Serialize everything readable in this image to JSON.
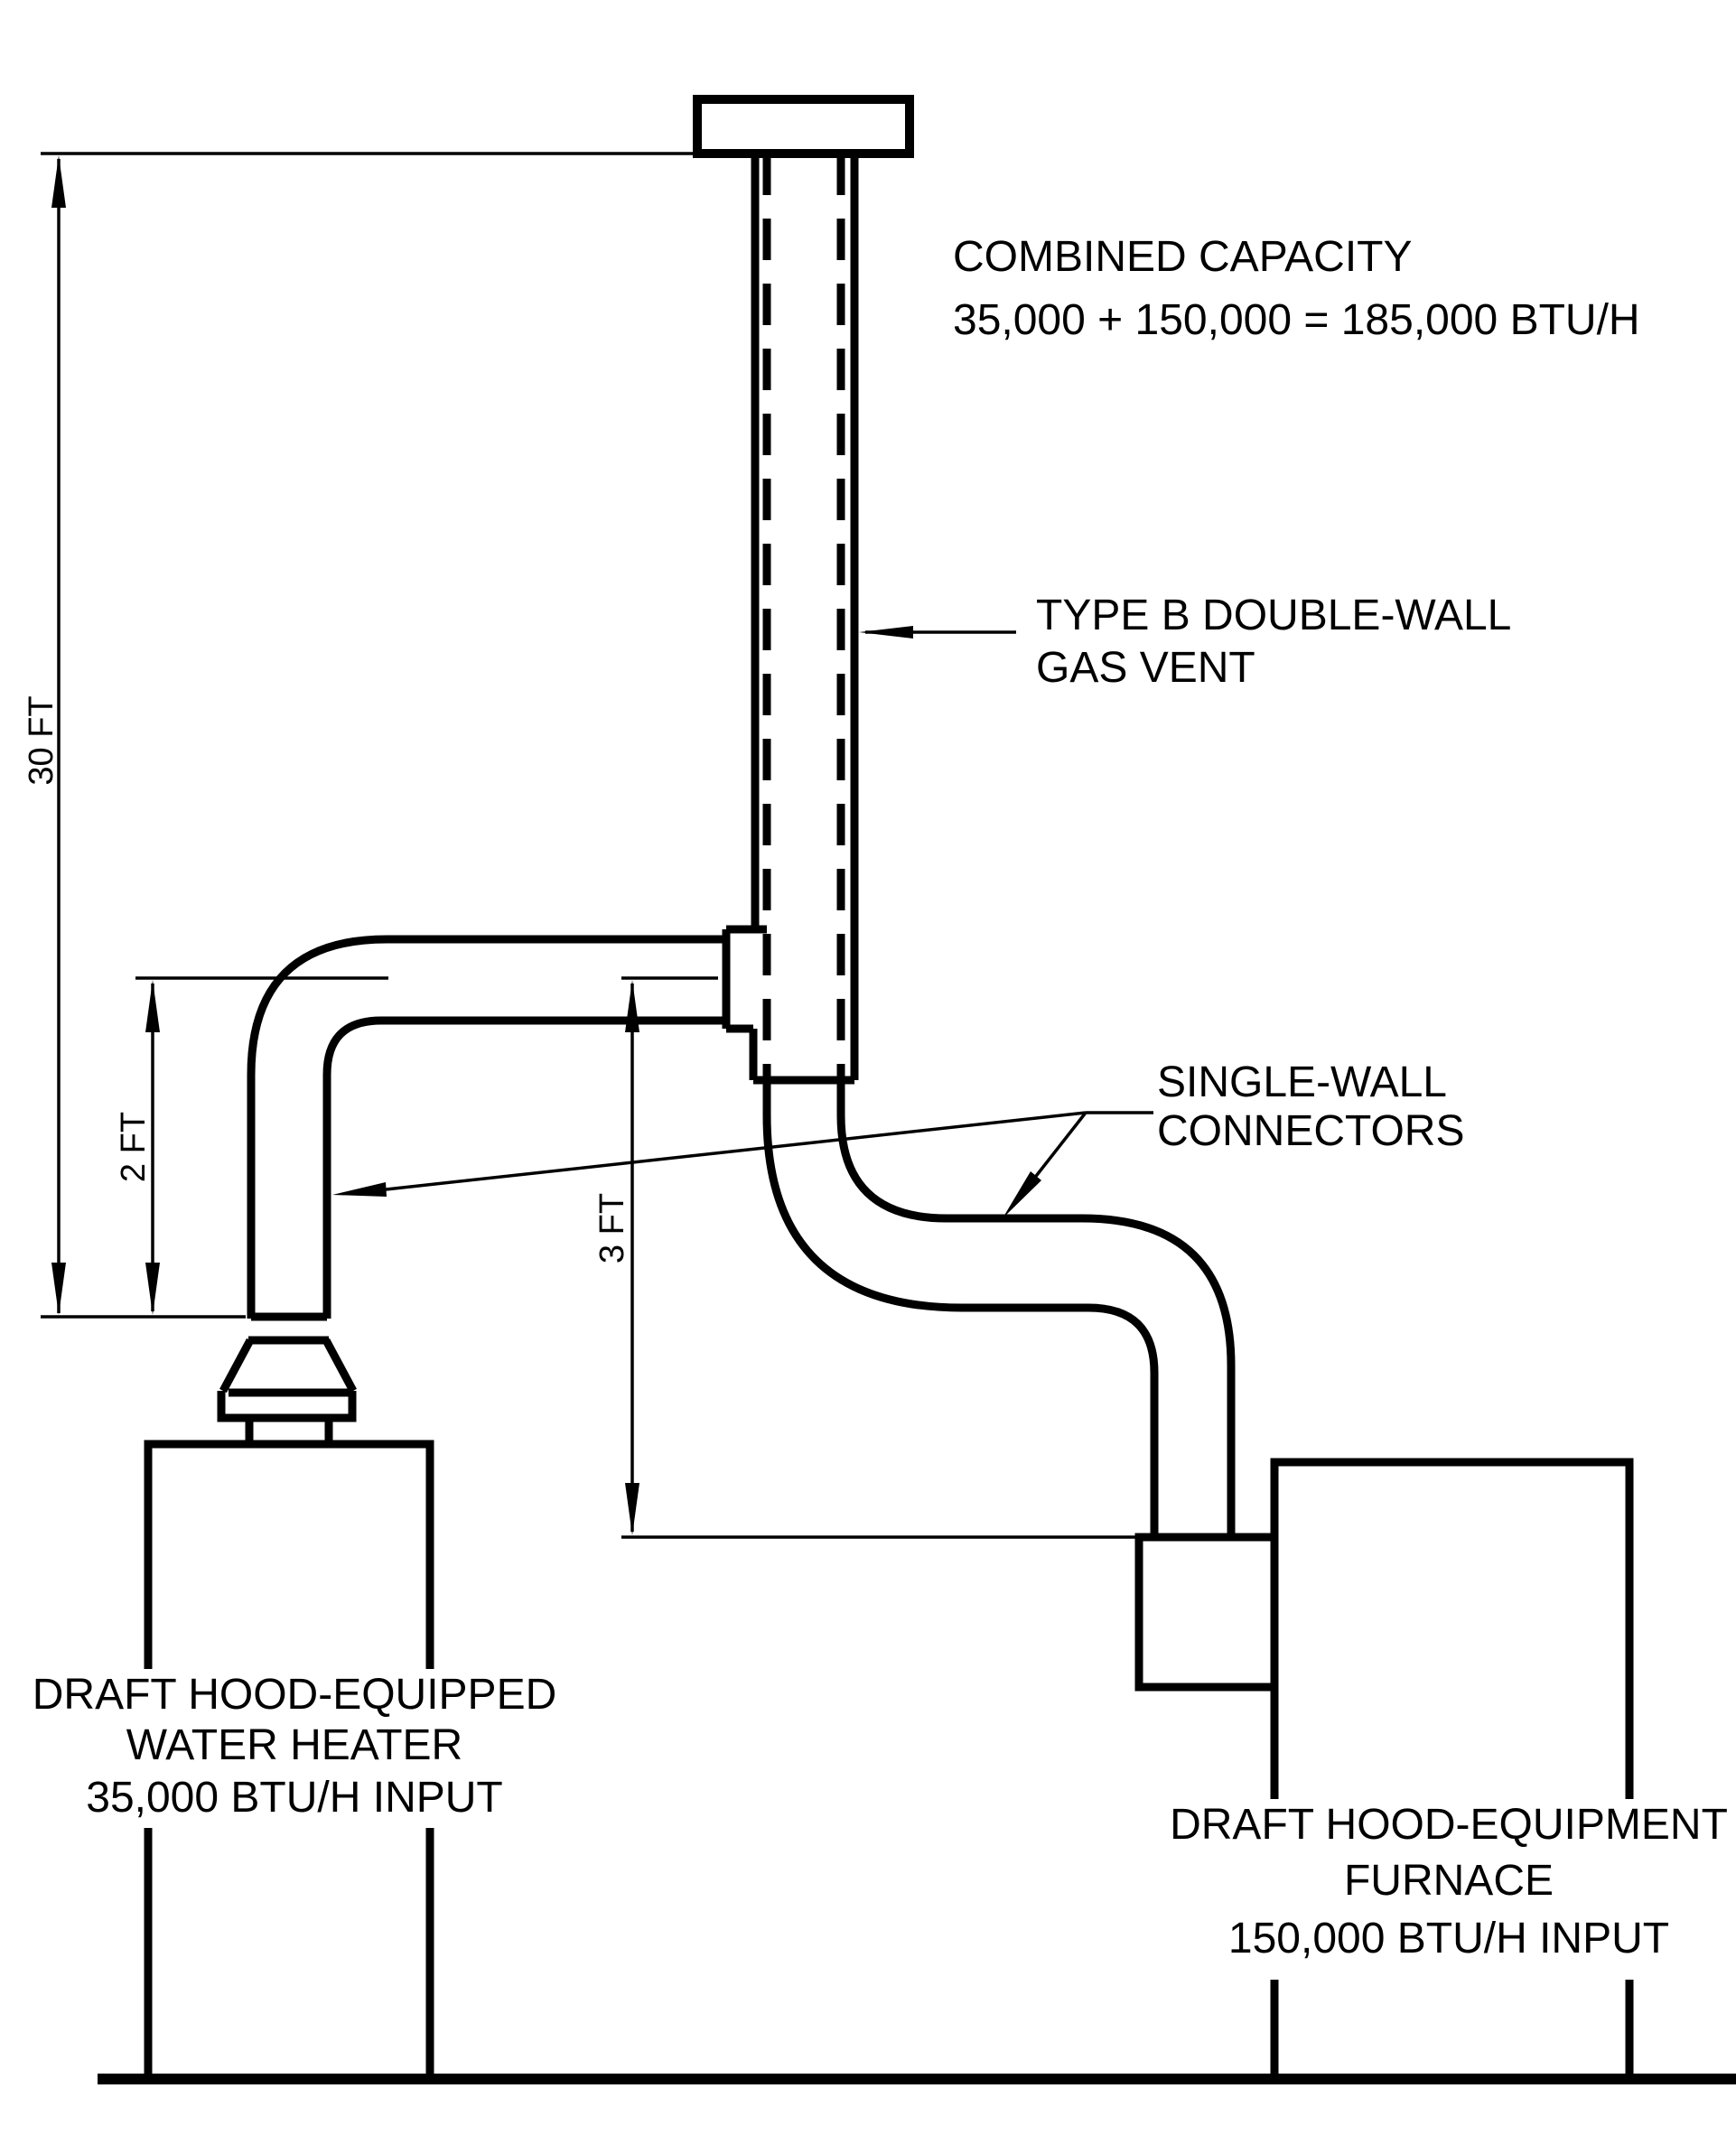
{
  "colors": {
    "line": "#000000",
    "background": "#ffffff"
  },
  "annotations": {
    "combined_capacity": {
      "line1": "COMBINED CAPACITY",
      "line2": "35,000 + 150,000 = 185,000 BTU/H"
    },
    "type_b_vent": {
      "line1": "TYPE B DOUBLE-WALL",
      "line2": "GAS VENT"
    },
    "single_wall": {
      "line1": "SINGLE-WALL",
      "line2": "CONNECTORS"
    }
  },
  "dimensions": {
    "vent_height": "30 FT",
    "water_heater_rise": "2 FT",
    "furnace_rise": "3 FT"
  },
  "appliances": {
    "water_heater": {
      "line1": "DRAFT HOOD-EQUIPPED",
      "line2": "WATER HEATER",
      "line3": "35,000 BTU/H INPUT"
    },
    "furnace": {
      "line1": "DRAFT HOOD-EQUIPMENT",
      "line2": "FURNACE",
      "line3": "150,000 BTU/H INPUT"
    }
  }
}
